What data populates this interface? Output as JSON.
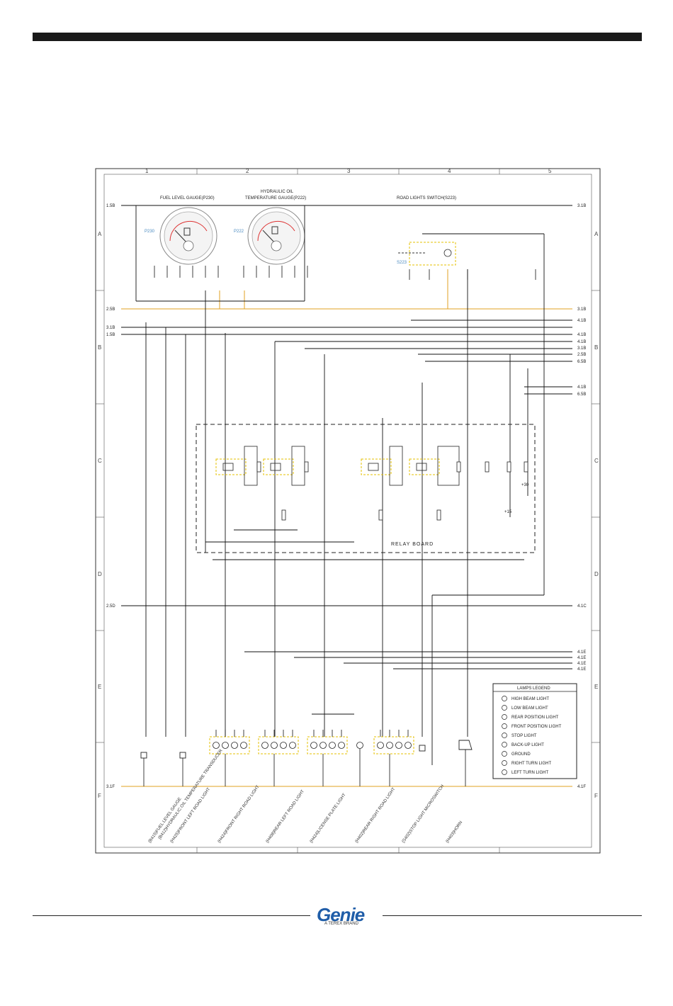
{
  "colors": {
    "frame": "#333333",
    "wire": "#111111",
    "ground_wire": "#e0a020",
    "green_label": "#3a9a3a",
    "blue_label": "#4a8ac0",
    "relay_border": "#e6c000",
    "brand": "#1f5da8"
  },
  "header": {
    "bar": "page-header-bar"
  },
  "grid": {
    "columns": [
      "1",
      "2",
      "3",
      "4",
      "5"
    ],
    "rows": [
      "A",
      "B",
      "C",
      "D",
      "E",
      "F"
    ]
  },
  "gauges": {
    "fuel": {
      "title": "FUEL LEVEL GAUGE(P230)",
      "tag": "P230"
    },
    "hydraulic": {
      "title_line1": "HYDRAULIC OIL",
      "title_line2": "TEMPERATURE GAUGE(P222)",
      "tag": "P222"
    }
  },
  "switch": {
    "title": "ROAD LIGHTS SWITCH(S223)",
    "tag": "S223"
  },
  "references_left": [
    "1.5B",
    "2.5B",
    "3.1B",
    "1.5B",
    "2.5D",
    "3.1F"
  ],
  "references_right": [
    "3.1B",
    "3.1B",
    "4.1B",
    "4.1B",
    "4.1B",
    "3.1B",
    "2.5B",
    "6.5B",
    "4.1B",
    "6.5B",
    "4.1C",
    "4.1E",
    "4.1E",
    "4.1E",
    "4.1E",
    "4.1F"
  ],
  "relay_board": {
    "label": "RELAY BOARD",
    "plus30": "+30",
    "plus15": "+15"
  },
  "legend": {
    "title": "LAMPS LEGEND",
    "items": [
      "HIGH BEAM LIGHT",
      "LOW BEAM LIGHT",
      "REAR POSITION LIGHT",
      "FRONT POSITION LIGHT",
      "STOP LIGHT",
      "BACK-UP LIGHT",
      "GROUND",
      "RIGHT TURN LIGHT",
      "LEFT TURN LIGHT"
    ]
  },
  "components": [
    "(B415)FUEL LEVEL GAUGE",
    "(B412)HYDRAULIC OIL TEMPERATURE TRANSDUCER",
    "(H425)FRONT LEFT ROAD LIGHT",
    "(H424)FRONT RIGHT ROAD LIGHT",
    "(H408)REAR LEFT ROAD LIGHT",
    "(H424)LICENSE PLATE LIGHT",
    "(H402)REAR RIGHT ROAD LIGHT",
    "(S402)STOP LIGHT MICROSWITCH",
    "(H403)HORN"
  ],
  "footer": {
    "brand": "Genie",
    "sub": "A TEREX BRAND"
  }
}
